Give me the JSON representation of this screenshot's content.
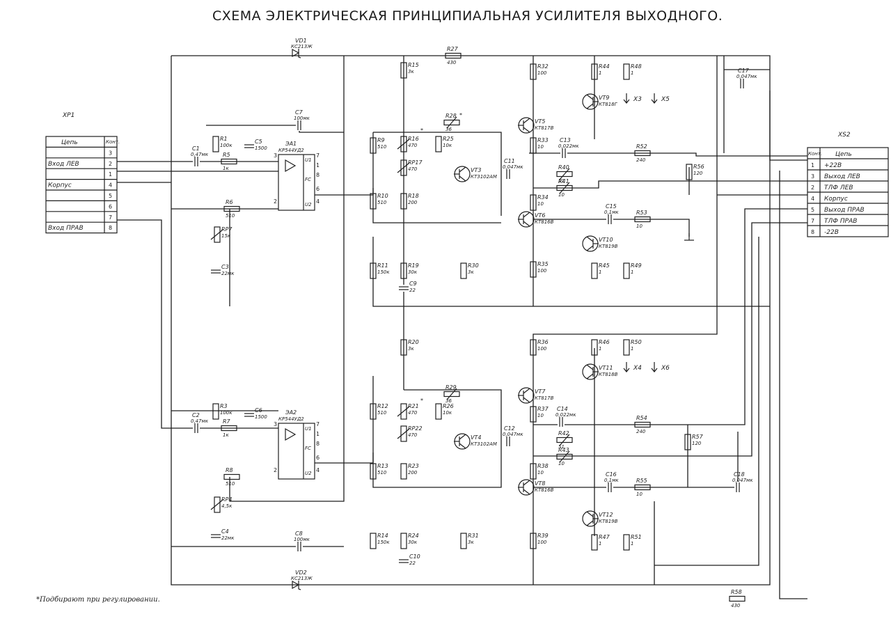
{
  "title": "СХЕМА ЭЛЕКТРИЧЕСКАЯ ПРИНЦИПИАЛЬНАЯ УСИЛИТЕЛЯ  ВЫХОДНОГО.",
  "footnote": "*Подбирают при регулировании.",
  "xp1": {
    "designator": "XP1",
    "header": [
      "Цепь",
      "Конт."
    ],
    "rows": [
      {
        "net": "",
        "pin": "3"
      },
      {
        "net": "Вход ЛЕВ",
        "pin": "2"
      },
      {
        "net": "",
        "pin": "1"
      },
      {
        "net": "Корпус",
        "pin": "4"
      },
      {
        "net": "",
        "pin": "5"
      },
      {
        "net": "",
        "pin": "6"
      },
      {
        "net": "",
        "pin": "7"
      },
      {
        "net": "Вход ПРАВ",
        "pin": "8"
      }
    ]
  },
  "xs2": {
    "designator": "XS2",
    "header": [
      "Конт.",
      "Цепь"
    ],
    "rows": [
      {
        "pin": "1",
        "net": "+22В"
      },
      {
        "pin": "3",
        "net": "Выход ЛЕВ"
      },
      {
        "pin": "2",
        "net": "ТЛФ ЛЕВ"
      },
      {
        "pin": "4",
        "net": "Корпус"
      },
      {
        "pin": "5",
        "net": "Выход ПРАВ"
      },
      {
        "pin": "7",
        "net": "ТЛФ ПРАВ"
      },
      {
        "pin": "8",
        "net": "-22В"
      }
    ]
  },
  "ics": [
    {
      "ref": "ЭА1",
      "type": "КР544УД2",
      "pins": [
        "3",
        "2",
        "7",
        "1",
        "8",
        "6",
        "4"
      ],
      "marks": [
        "U1",
        "FC",
        "U2"
      ]
    },
    {
      "ref": "ЭА2",
      "type": "КР544УД2",
      "pins": [
        "3",
        "2",
        "7",
        "1",
        "8",
        "6",
        "4"
      ],
      "marks": [
        "U1",
        "FC",
        "U2"
      ]
    }
  ],
  "components": [
    {
      "ref": "VD1",
      "value": "КС213Ж"
    },
    {
      "ref": "VD2",
      "value": "КС213Ж"
    },
    {
      "ref": "R27",
      "value": "430"
    },
    {
      "ref": "R58",
      "value": "430"
    },
    {
      "ref": "C17",
      "value": "0,047мк"
    },
    {
      "ref": "C7",
      "value": "100мк"
    },
    {
      "ref": "C1",
      "value": "0,47мк"
    },
    {
      "ref": "R1",
      "value": "100к"
    },
    {
      "ref": "C5",
      "value": "1500"
    },
    {
      "ref": "R5",
      "value": "1к"
    },
    {
      "ref": "R6",
      "value": "510"
    },
    {
      "ref": "RP7",
      "value": "15к"
    },
    {
      "ref": "C3",
      "value": "22мк"
    },
    {
      "ref": "R15",
      "value": "3к"
    },
    {
      "ref": "R28",
      "value": "36"
    },
    {
      "ref": "R9",
      "value": "510"
    },
    {
      "ref": "R16",
      "value": "470"
    },
    {
      "ref": "R25",
      "value": "10к"
    },
    {
      "ref": "RP17",
      "value": "470"
    },
    {
      "ref": "VT3",
      "value": "КТ3102АМ"
    },
    {
      "ref": "C11",
      "value": "0,047мк"
    },
    {
      "ref": "R10",
      "value": "510"
    },
    {
      "ref": "R18",
      "value": "200"
    },
    {
      "ref": "R11",
      "value": "150к"
    },
    {
      "ref": "R19",
      "value": "30к"
    },
    {
      "ref": "C9",
      "value": "22"
    },
    {
      "ref": "R30",
      "value": "3к"
    },
    {
      "ref": "R32",
      "value": "100"
    },
    {
      "ref": "R44",
      "value": "1"
    },
    {
      "ref": "R48",
      "value": "1"
    },
    {
      "ref": "VT9",
      "value": "КТ818Г"
    },
    {
      "ref": "VT5",
      "value": "КТ817В"
    },
    {
      "ref": "R33",
      "value": "10"
    },
    {
      "ref": "C13",
      "value": "0,022мк"
    },
    {
      "ref": "R52",
      "value": "240"
    },
    {
      "ref": "R40",
      "value": "51"
    },
    {
      "ref": "R41",
      "value": "10"
    },
    {
      "ref": "R56",
      "value": "120"
    },
    {
      "ref": "R34",
      "value": "10"
    },
    {
      "ref": "VT6",
      "value": "КТ816В"
    },
    {
      "ref": "C15",
      "value": "0,1мк"
    },
    {
      "ref": "R53",
      "value": "10"
    },
    {
      "ref": "VT10",
      "value": "КТ819В"
    },
    {
      "ref": "R35",
      "value": "100"
    },
    {
      "ref": "R45",
      "value": "1"
    },
    {
      "ref": "R49",
      "value": "1"
    },
    {
      "ref": "R20",
      "value": "3к"
    },
    {
      "ref": "R36",
      "value": "100"
    },
    {
      "ref": "R46",
      "value": "1"
    },
    {
      "ref": "R50",
      "value": "1"
    },
    {
      "ref": "VT11",
      "value": "КТ818В"
    },
    {
      "ref": "C2",
      "value": "0,47мк"
    },
    {
      "ref": "R3",
      "value": "100к"
    },
    {
      "ref": "C6",
      "value": "1500"
    },
    {
      "ref": "R7",
      "value": "1к"
    },
    {
      "ref": "R29",
      "value": "36"
    },
    {
      "ref": "VT7",
      "value": "КТ817В"
    },
    {
      "ref": "R12",
      "value": "510"
    },
    {
      "ref": "R21",
      "value": "470"
    },
    {
      "ref": "R26",
      "value": "10к"
    },
    {
      "ref": "R37",
      "value": "10"
    },
    {
      "ref": "C14",
      "value": "0,022мк"
    },
    {
      "ref": "RP22",
      "value": "470"
    },
    {
      "ref": "VT4",
      "value": "КТ3102АМ"
    },
    {
      "ref": "C12",
      "value": "0,047мк"
    },
    {
      "ref": "R42",
      "value": "51"
    },
    {
      "ref": "R54",
      "value": "240"
    },
    {
      "ref": "R57",
      "value": "120"
    },
    {
      "ref": "R43",
      "value": "10"
    },
    {
      "ref": "R13",
      "value": "510"
    },
    {
      "ref": "R23",
      "value": "200"
    },
    {
      "ref": "R38",
      "value": "10"
    },
    {
      "ref": "R8",
      "value": "510"
    },
    {
      "ref": "C16",
      "value": "0,1мк"
    },
    {
      "ref": "R55",
      "value": "10"
    },
    {
      "ref": "C18",
      "value": "0,047мк"
    },
    {
      "ref": "VT8",
      "value": "КТ816В"
    },
    {
      "ref": "RP4",
      "value": "4,5к"
    },
    {
      "ref": "VT12",
      "value": "КТ819В"
    },
    {
      "ref": "C4",
      "value": "22мк"
    },
    {
      "ref": "C8",
      "value": "100мк"
    },
    {
      "ref": "R14",
      "value": "150к"
    },
    {
      "ref": "R24",
      "value": "30к"
    },
    {
      "ref": "R31",
      "value": "3к"
    },
    {
      "ref": "R39",
      "value": "100"
    },
    {
      "ref": "R47",
      "value": "1"
    },
    {
      "ref": "R51",
      "value": "1"
    },
    {
      "ref": "C10",
      "value": "22"
    }
  ],
  "terminals": [
    "X3",
    "X5",
    "X4",
    "X6"
  ],
  "asterisk": "*"
}
